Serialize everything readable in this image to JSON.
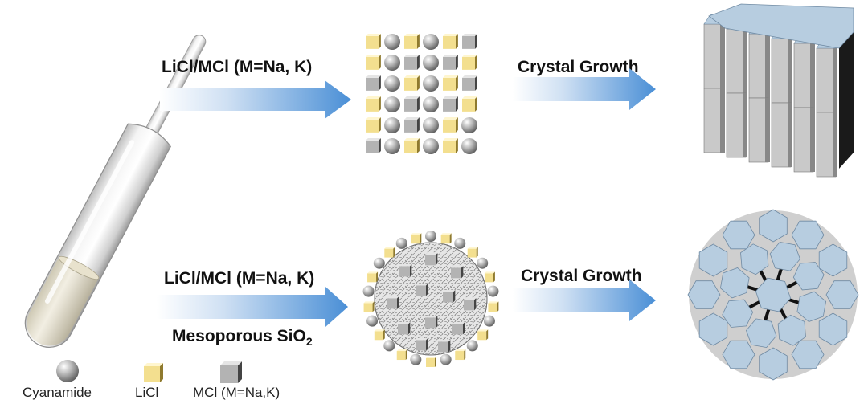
{
  "top_row": {
    "reaction_label": "LiCl/MCl (M=Na, K)",
    "growth_label": "Crystal Growth"
  },
  "bottom_row": {
    "reaction_label": "LiCl/MCl (M=Na, K)",
    "template_label": "Mesoporous SiO",
    "template_subscript": "2",
    "growth_label": "Crystal Growth"
  },
  "legend": {
    "items": [
      {
        "icon": "sphere-icon",
        "label": "Cyanamide"
      },
      {
        "icon": "yellow-cube-icon",
        "label": "LiCl"
      },
      {
        "icon": "gray-cube-icon",
        "label": "MCl (M=Na,K)"
      }
    ]
  },
  "colors": {
    "arrow_blue": "#4a8fd6",
    "licl_yellow": "#f3df8f",
    "mcl_gray": "#b3b3b3",
    "crystal_face_blue": "#b7cde0",
    "crystal_side_gray": "#c9c9c9"
  }
}
